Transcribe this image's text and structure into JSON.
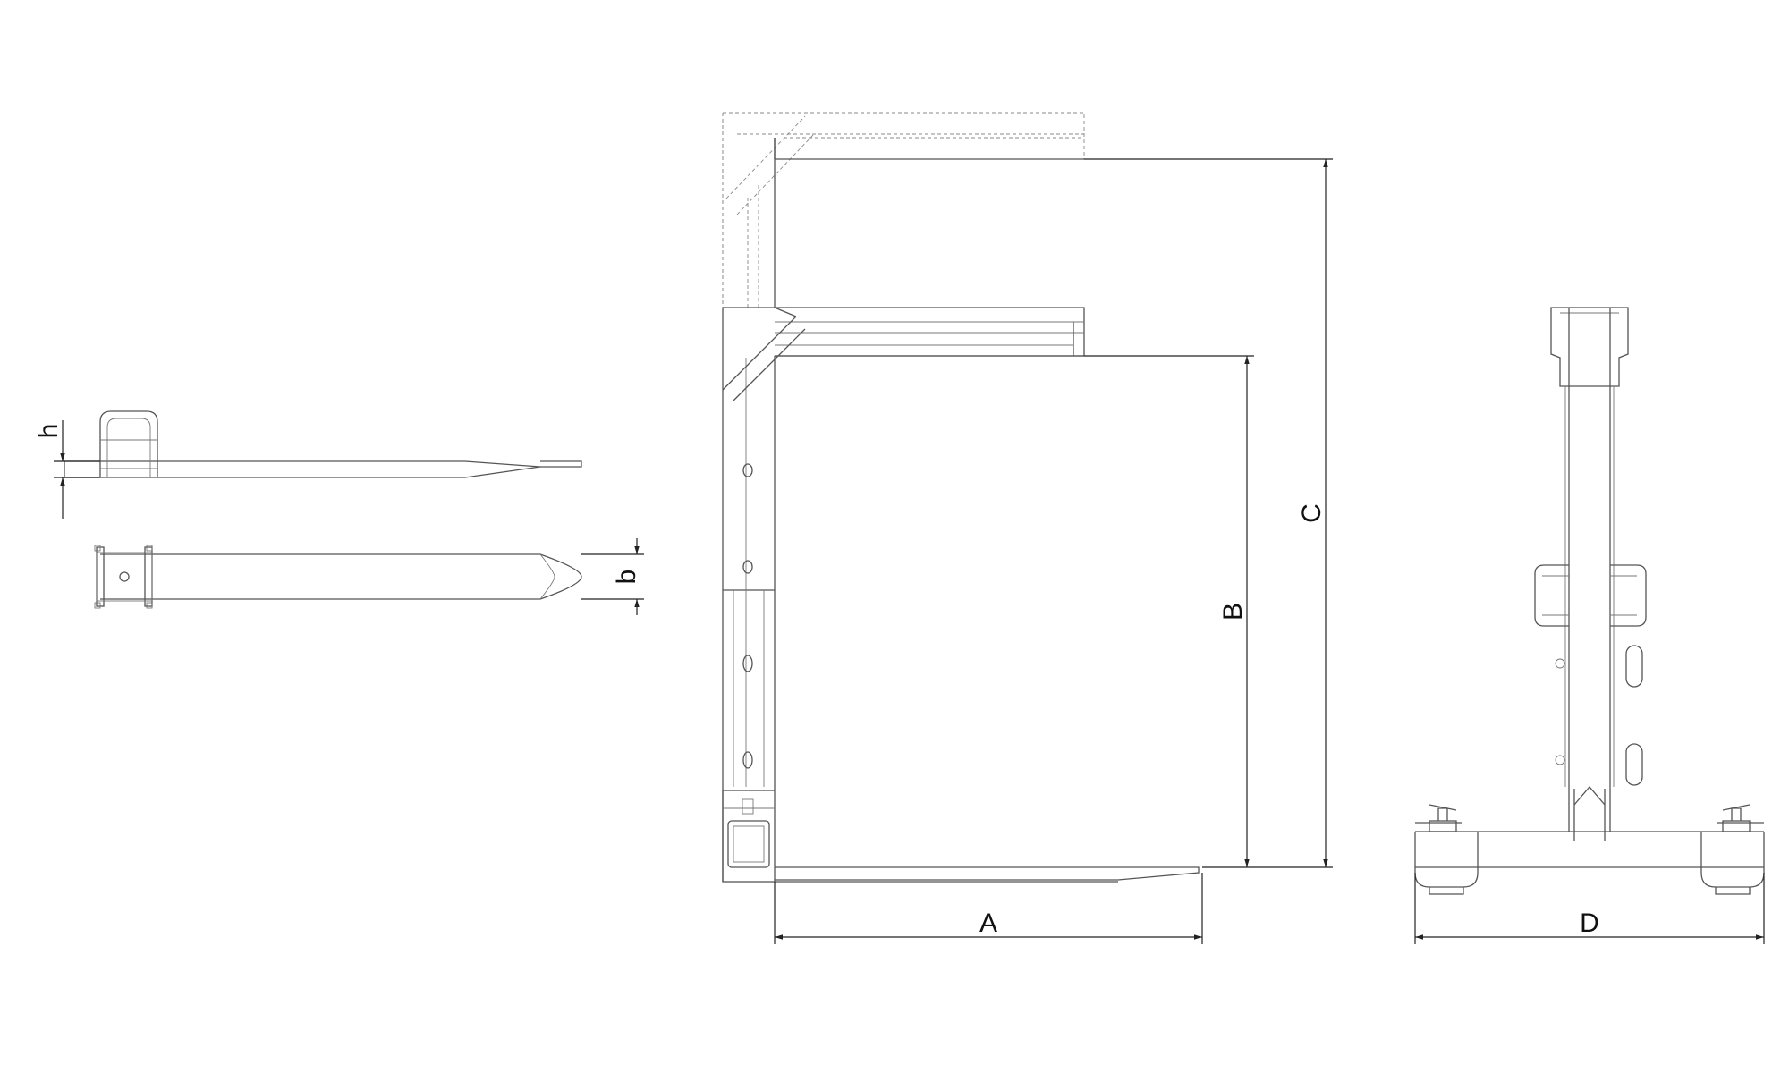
{
  "labels": {
    "h": "h",
    "b": "b",
    "A": "A",
    "B": "B",
    "C": "C",
    "D": "D"
  },
  "colors": {
    "line": "#555555",
    "dimension": "#222222",
    "background": "#ffffff"
  },
  "icons": {
    "arrowhead": "arrowhead-icon"
  }
}
